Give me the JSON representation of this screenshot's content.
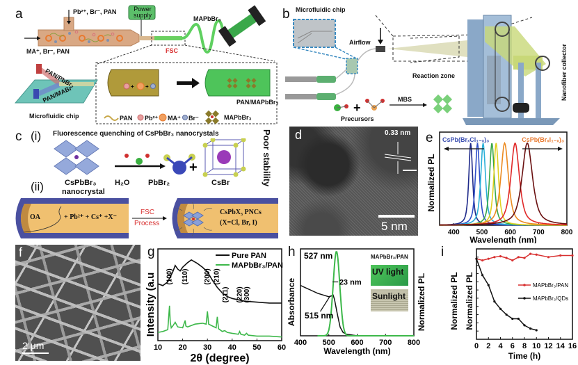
{
  "panels": {
    "a": {
      "label": "a",
      "inlet_top": "Pb²⁺, Br⁻, PAN",
      "inlet_left": "MA⁺, Br⁻, PAN",
      "power_supply": "Power supply",
      "product": "MAPbBr₃",
      "fsc": "FSC",
      "chip_channel_1": "PAN/PbBr₂",
      "chip_channel_2": "PAN/MABr",
      "chip_caption": "Microfluidic chip",
      "fiber_product": "PAN/MAPbBr₃",
      "legend": [
        {
          "label": "PAN",
          "color": "#c8a84a"
        },
        {
          "label": "Pb²⁺",
          "color": "#d9707a"
        },
        {
          "label": "MA⁺",
          "color": "#e8783a"
        },
        {
          "label": "Br⁻",
          "color": "#8090b0"
        },
        {
          "label": "MAPbBr₃",
          "color": "#8a7a2a"
        }
      ]
    },
    "b": {
      "label": "b",
      "chip_label": "Microfluidic chip",
      "airflow": "Airflow",
      "reaction_zone": "Reaction zone",
      "collector": "Nanofiber collector",
      "mbs": "MBS",
      "precursors": "Precursors"
    },
    "c": {
      "label": "c",
      "sub_i": "(i)",
      "sub_ii": "(ii)",
      "title_i": "Fluorescence quenching of CsPbBr₃ nanocrystals",
      "species": [
        "CsPbBr₃",
        "H₂O",
        "PbBr₂",
        "CsBr"
      ],
      "nanocrystal_caption": "nanocrystal",
      "side_label": "Poor stability",
      "oa": "OA",
      "reaction": "+ Pb²⁺ + Cs⁺ +X⁻",
      "fsc_process_1": "FSC",
      "fsc_process_2": "Process",
      "product_1": "CsPbX₃ PNCs",
      "product_2": "(X=Cl, Br, I)"
    },
    "d": {
      "label": "d",
      "spacing": "0.33 nm",
      "scalebar": "5 nm"
    },
    "f": {
      "label": "f",
      "scalebar": "2 μm"
    },
    "h_extra": {
      "sample": "MAPbBr₃/PAN",
      "uv_label": "UV light",
      "sun_label": "Sunlight",
      "uv_color": "#3dbb5a",
      "sun_color": "#b8b6a0"
    }
  },
  "chart_data": [
    {
      "panel": "e",
      "type": "line",
      "label": "e",
      "xlabel": "Wavelength (nm)",
      "ylabel": "Normalized PL",
      "xlim": [
        350,
        800
      ],
      "ylim": [
        0,
        1.1
      ],
      "xticks": [
        "400",
        "500",
        "600",
        "700",
        "800"
      ],
      "arrow_left_label": "CsPb(BrₓCl₁₋ₓ)₃",
      "arrow_right_label": "CsPb(BrₓI₁₋ₓ)₃",
      "arrow_left_color": "#3b4fb0",
      "arrow_right_color": "#e87a30",
      "series": [
        {
          "name": "peak-460",
          "center": 460,
          "fwhm": 16,
          "color": "#1f2a8a"
        },
        {
          "name": "peak-484",
          "center": 484,
          "fwhm": 18,
          "color": "#2f4fc8"
        },
        {
          "name": "peak-504",
          "center": 504,
          "fwhm": 20,
          "color": "#2ab0d8"
        },
        {
          "name": "peak-535",
          "center": 535,
          "fwhm": 20,
          "color": "#3aa84a"
        },
        {
          "name": "peak-550",
          "center": 550,
          "fwhm": 20,
          "color": "#e0d020"
        },
        {
          "name": "peak-580",
          "center": 580,
          "fwhm": 32,
          "color": "#ec8a20"
        },
        {
          "name": "peak-617",
          "center": 617,
          "fwhm": 36,
          "color": "#e02828"
        },
        {
          "name": "peak-660",
          "center": 660,
          "fwhm": 44,
          "color": "#6a1010"
        }
      ]
    },
    {
      "panel": "g",
      "type": "line",
      "label": "g",
      "xlabel": "2θ (degree)",
      "ylabel": "Intensity (a.u",
      "xlim": [
        10,
        60
      ],
      "xticks": [
        "10",
        "20",
        "30",
        "40",
        "50",
        "60"
      ],
      "legend": "top-right",
      "series": [
        {
          "name": "Pure PAN",
          "color": "#111111",
          "x": [
            10,
            12,
            14,
            16,
            17,
            18,
            19,
            20,
            22,
            23.5,
            26,
            28,
            30,
            32,
            34,
            36,
            38,
            40,
            45,
            50,
            55,
            60
          ],
          "y": [
            0.62,
            0.6,
            0.64,
            0.75,
            0.82,
            0.78,
            0.76,
            0.8,
            0.85,
            0.88,
            0.84,
            0.8,
            0.75,
            0.66,
            0.58,
            0.52,
            0.48,
            0.46,
            0.43,
            0.42,
            0.41,
            0.41
          ]
        },
        {
          "name": "MAPbBr₃/PAN",
          "color": "#3db84a",
          "x": [
            10,
            12,
            14,
            14.7,
            15,
            15.4,
            16,
            17,
            18,
            20,
            21,
            21.3,
            22,
            25,
            28,
            29.5,
            30,
            30.5,
            32,
            33.5,
            34,
            34.5,
            36,
            37,
            38,
            40,
            42.5,
            43,
            43.5,
            45,
            45.8,
            46.5,
            50,
            55,
            60
          ],
          "y": [
            0.09,
            0.1,
            0.12,
            0.38,
            0.2,
            0.14,
            0.16,
            0.2,
            0.15,
            0.14,
            0.22,
            0.16,
            0.15,
            0.18,
            0.19,
            0.18,
            0.32,
            0.18,
            0.16,
            0.14,
            0.26,
            0.13,
            0.1,
            0.11,
            0.09,
            0.08,
            0.07,
            0.1,
            0.07,
            0.06,
            0.08,
            0.06,
            0.05,
            0.05,
            0.04
          ]
        }
      ],
      "peak_labels": [
        {
          "text": "(100)",
          "x": 14.7
        },
        {
          "text": "(110)",
          "x": 21
        },
        {
          "text": "(200)",
          "x": 30
        },
        {
          "text": "(210)",
          "x": 33.8
        },
        {
          "text": "(211)",
          "x": 37.2
        },
        {
          "text": "(220)",
          "x": 43
        },
        {
          "text": "(300)",
          "x": 46
        }
      ]
    },
    {
      "panel": "h",
      "type": "line",
      "label": "h",
      "xlabel": "Wavelength (nm)",
      "ylabel": "Absorbance",
      "ylabel_right": "Normalized PL",
      "xlim": [
        400,
        800
      ],
      "xticks": [
        "400",
        "500",
        "600",
        "700",
        "800"
      ],
      "annotations": [
        "527 nm",
        "23 nm",
        "515 nm"
      ],
      "series": [
        {
          "name": "Absorbance",
          "color": "#111111",
          "x": [
            400,
            420,
            440,
            460,
            480,
            500,
            510,
            515,
            520,
            530,
            540,
            550,
            560,
            580,
            600
          ],
          "y": [
            0.58,
            0.55,
            0.52,
            0.49,
            0.47,
            0.45,
            0.46,
            0.47,
            0.42,
            0.25,
            0.1,
            0.04,
            0.02,
            0.01,
            0.0
          ]
        },
        {
          "name": "PL",
          "color": "#3db84a",
          "center": 527,
          "fwhm": 23,
          "peak": 1.0
        }
      ]
    },
    {
      "panel": "i",
      "type": "line",
      "label": "i",
      "xlabel": "Time (h)",
      "ylabel": "Normalized PL",
      "xlim": [
        0,
        16
      ],
      "ylim": [
        0,
        1.1
      ],
      "xticks": [
        "0",
        "2",
        "4",
        "6",
        "8",
        "10",
        "12",
        "14",
        "16"
      ],
      "legend": "center-right",
      "series": [
        {
          "name": "MAPbBr₃/PAN",
          "color": "#d83030",
          "x": [
            0,
            1,
            2,
            3,
            4,
            5,
            6,
            7,
            8,
            9,
            10,
            12,
            14,
            16
          ],
          "y": [
            0.98,
            0.96,
            0.98,
            1.0,
            1.01,
            0.99,
            0.96,
            1.0,
            0.99,
            1.04,
            1.03,
            1.0,
            1.02,
            1.02
          ]
        },
        {
          "name": "MAPbBr₃/QDs",
          "color": "#111111",
          "x": [
            0,
            1,
            2,
            3,
            4,
            5,
            6,
            7,
            8,
            9,
            10
          ],
          "y": [
            0.98,
            0.78,
            0.66,
            0.46,
            0.37,
            0.3,
            0.25,
            0.25,
            0.17,
            0.13,
            0.11
          ]
        }
      ]
    }
  ]
}
